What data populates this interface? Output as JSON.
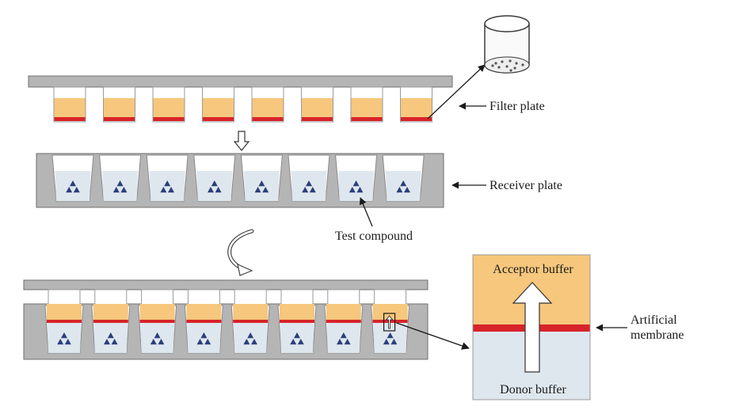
{
  "labels": {
    "filter_plate": "Filter plate",
    "receiver_plate": "Receiver plate",
    "test_compound": "Test compound",
    "acceptor_buffer": "Acceptor buffer",
    "artificial_membrane_line1": "Artificial",
    "artificial_membrane_line2": "membrane",
    "donor_buffer": "Donor buffer"
  },
  "colors": {
    "plate_gray": "#b5b5b5",
    "plate_edge": "#6f6f6f",
    "acceptor_buffer": "#f6c77c",
    "membrane": "#d8232a",
    "donor_buffer": "#dfe7ee",
    "compound": "#2b3f7a"
  },
  "wells_per_row": 8
}
